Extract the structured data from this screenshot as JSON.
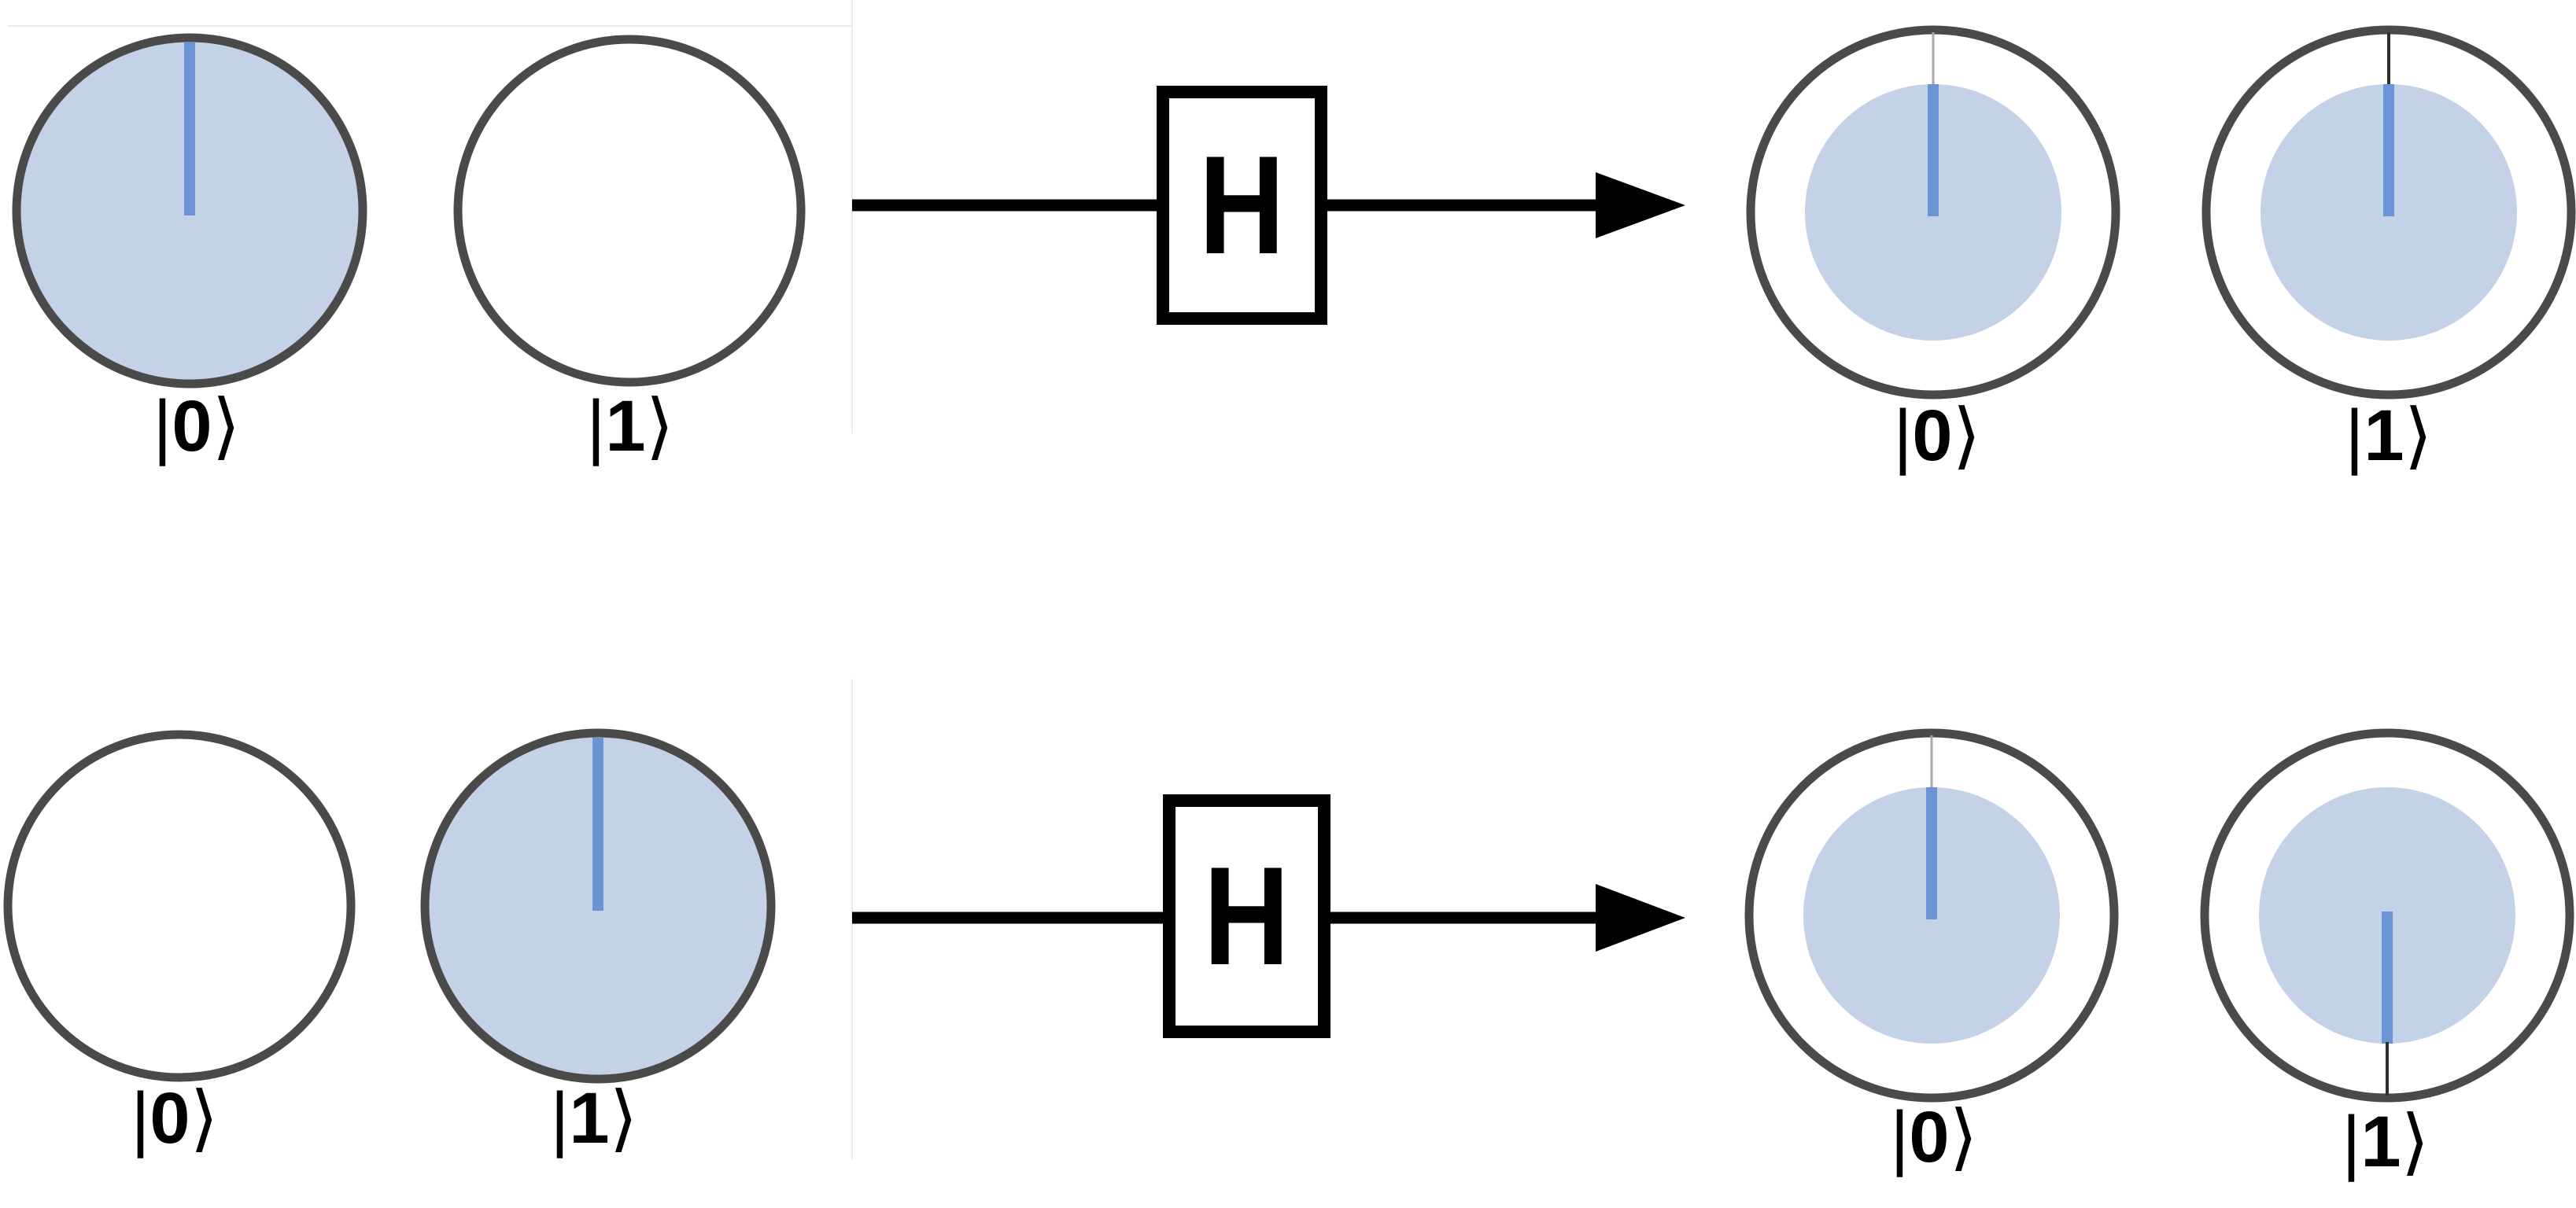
{
  "colors": {
    "ring": "#4a4a4a",
    "disk_fill": "#c4d2e7",
    "phase_line": "#6a94d3",
    "thin_gray": "#a9a9a9",
    "thin_dark": "#2f2f2f",
    "arrow": "#000000",
    "gate_border": "#000000",
    "panel_line": "#e8ebf1"
  },
  "ket": {
    "bar": "|",
    "rangle": "⟩"
  },
  "rows": [
    {
      "input": [
        {
          "digit": "0",
          "label": "|0⟩",
          "probability": 1,
          "phase_deg": 0
        },
        {
          "digit": "1",
          "label": "|1⟩",
          "probability": 0
        }
      ],
      "gate": {
        "label": "H"
      },
      "output": [
        {
          "digit": "0",
          "label": "|0⟩",
          "probability": 0.5,
          "phase_deg": 0
        },
        {
          "digit": "1",
          "label": "|1⟩",
          "probability": 0.5,
          "phase_deg": 0
        }
      ]
    },
    {
      "input": [
        {
          "digit": "0",
          "label": "|0⟩",
          "probability": 0
        },
        {
          "digit": "1",
          "label": "|1⟩",
          "probability": 1,
          "phase_deg": 0
        }
      ],
      "gate": {
        "label": "H"
      },
      "output": [
        {
          "digit": "0",
          "label": "|0⟩",
          "probability": 0.5,
          "phase_deg": 0
        },
        {
          "digit": "1",
          "label": "|1⟩",
          "probability": 0.5,
          "phase_deg": 180
        }
      ]
    }
  ]
}
